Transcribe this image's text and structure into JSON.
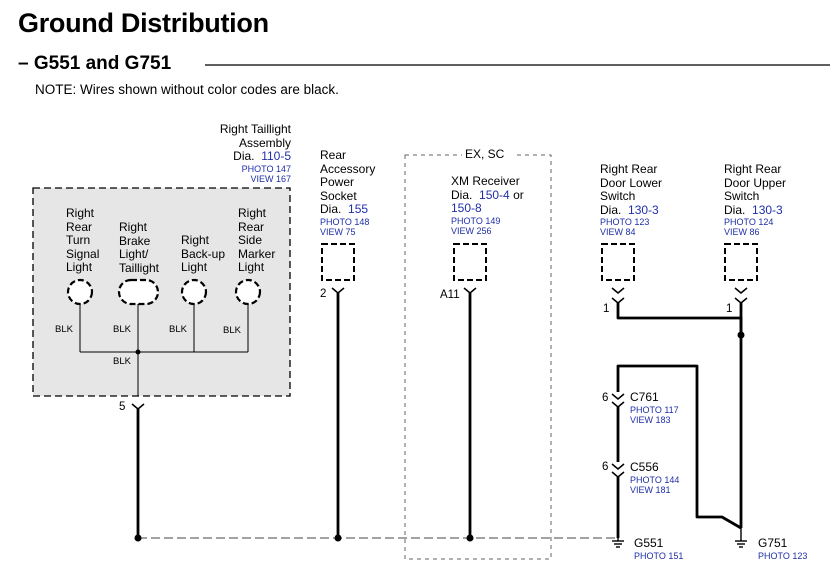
{
  "title": "Ground Distribution",
  "subtitle": "– G551 and G751",
  "note": "NOTE: Wires shown without color codes are black.",
  "taillight": {
    "name_l1": "Right Taillight",
    "name_l2": "Assembly",
    "dia_prefix": "Dia.",
    "dia": "110-5",
    "photo": "PHOTO 147",
    "view": "VIEW 167",
    "lights": [
      {
        "l1": "Right",
        "l2": "Rear",
        "l3": "Turn",
        "l4": "Signal",
        "l5": "Light"
      },
      {
        "l1": "Right",
        "l2": "Brake",
        "l3": "Light/",
        "l4": "Taillight"
      },
      {
        "l1": "Right",
        "l2": "Back-up",
        "l3": "Light"
      },
      {
        "l1": "Right",
        "l2": "Rear",
        "l3": "Side",
        "l4": "Marker",
        "l5": "Light"
      }
    ],
    "wire_labels": [
      "BLK",
      "BLK",
      "BLK",
      "BLK",
      "BLK"
    ],
    "pin": "5"
  },
  "socket": {
    "l1": "Rear",
    "l2": "Accessory",
    "l3": "Power",
    "l4": "Socket",
    "dia_prefix": "Dia.",
    "dia": "155",
    "photo": "PHOTO 148",
    "view": "VIEW 75",
    "pin": "2"
  },
  "xm": {
    "option": "EX, SC",
    "name": "XM Receiver",
    "dia_prefix": "Dia.",
    "dia": "150-4",
    "or": "or",
    "dia2": "150-8",
    "photo": "PHOTO 149",
    "view": "VIEW 256",
    "pin": "A11"
  },
  "door_lower": {
    "l1": "Right Rear",
    "l2": "Door Lower",
    "l3": "Switch",
    "dia_prefix": "Dia.",
    "dia": "130-3",
    "photo": "PHOTO 123",
    "view": "VIEW 84",
    "pin": "1"
  },
  "door_upper": {
    "l1": "Right Rear",
    "l2": "Door Upper",
    "l3": "Switch",
    "dia_prefix": "Dia.",
    "dia": "130-3",
    "photo": "PHOTO 124",
    "view": "VIEW 86",
    "pin": "1"
  },
  "c761": {
    "name": "C761",
    "photo": "PHOTO 117",
    "view": "VIEW 183",
    "pin": "6"
  },
  "c556": {
    "name": "C556",
    "photo": "PHOTO 144",
    "view": "VIEW 181",
    "pin": "6"
  },
  "g551": {
    "name": "G551",
    "photo": "PHOTO 151"
  },
  "g751": {
    "name": "G751",
    "photo": "PHOTO 123"
  }
}
